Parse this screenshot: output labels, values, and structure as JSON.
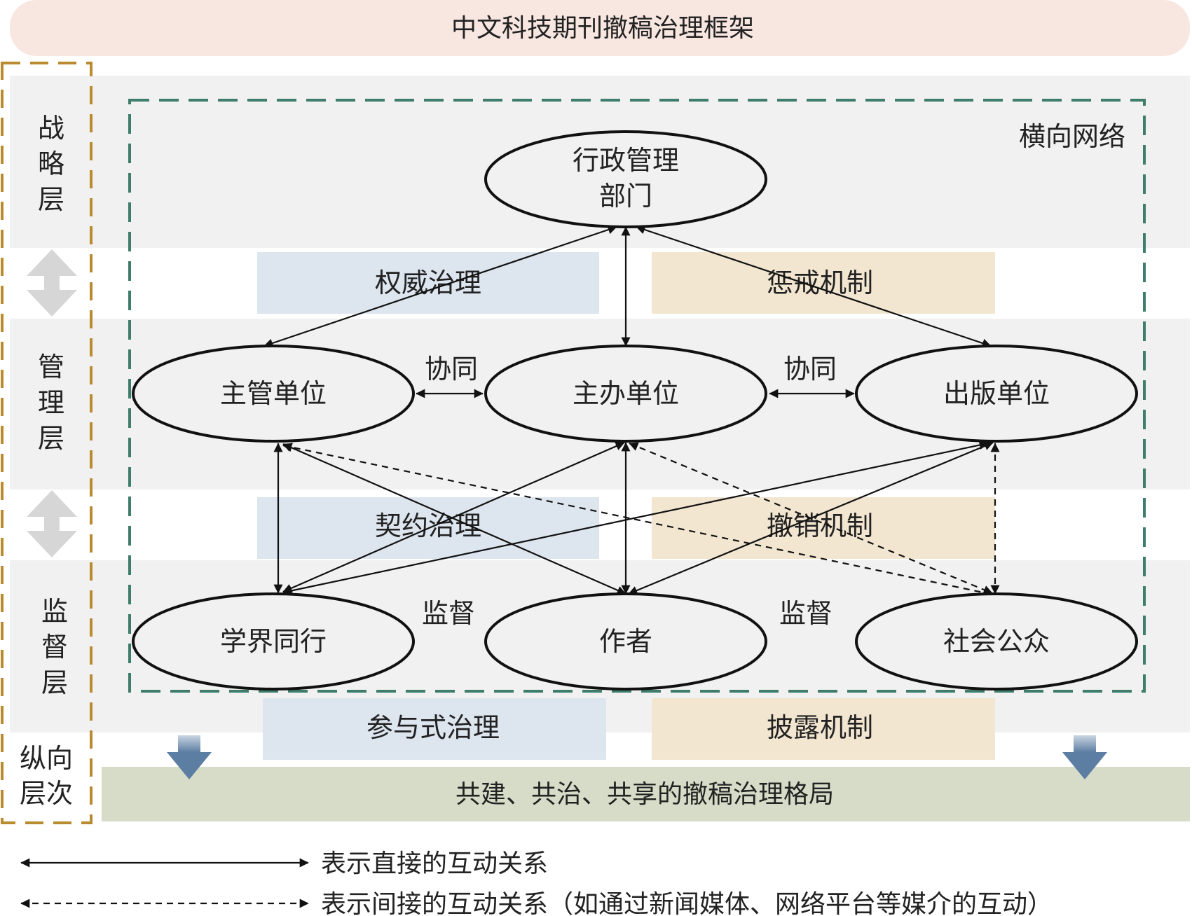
{
  "title": "中文科技期刊撤稿治理框架",
  "layers": {
    "strategy": [
      "战",
      "略",
      "层"
    ],
    "management": [
      "管",
      "理",
      "层"
    ],
    "supervision": [
      "监",
      "督",
      "层"
    ],
    "vertical": [
      "纵向",
      "层次"
    ]
  },
  "horizontal_network_label": "横向网络",
  "nodes": {
    "admin": [
      "行政管理",
      "部门"
    ],
    "competent_unit": "主管单位",
    "sponsor_unit": "主办单位",
    "publisher_unit": "出版单位",
    "academic_peers": "学界同行",
    "authors": "作者",
    "public": "社会公众"
  },
  "edge_labels": {
    "cooperation_left": "协同",
    "cooperation_right": "协同",
    "supervision_left": "监督",
    "supervision_right": "监督"
  },
  "governance_bands": {
    "authority_governance": "权威治理",
    "punishment_mechanism": "惩戒机制",
    "contract_governance": "契约治理",
    "retraction_mechanism": "撤销机制",
    "participatory_governance": "参与式治理",
    "disclosure_mechanism": "披露机制"
  },
  "bottom_banner": "共建、共治、共享的撤稿治理格局",
  "legend": {
    "direct": "表示直接的互动关系",
    "indirect": "表示间接的互动关系（如通过新闻媒体、网络平台等媒介的互动）"
  },
  "colors": {
    "title_bg": "#f8e6e1",
    "layer_bg": "#f1f1f1",
    "blue_band": "#dde5ef",
    "tan_band": "#f2e6d1",
    "banner_bg": "#d7dcc8",
    "vertical_frame": "#b98a2e",
    "network_frame": "#3e7d6b",
    "down_arrow": "#5d7ea3"
  }
}
